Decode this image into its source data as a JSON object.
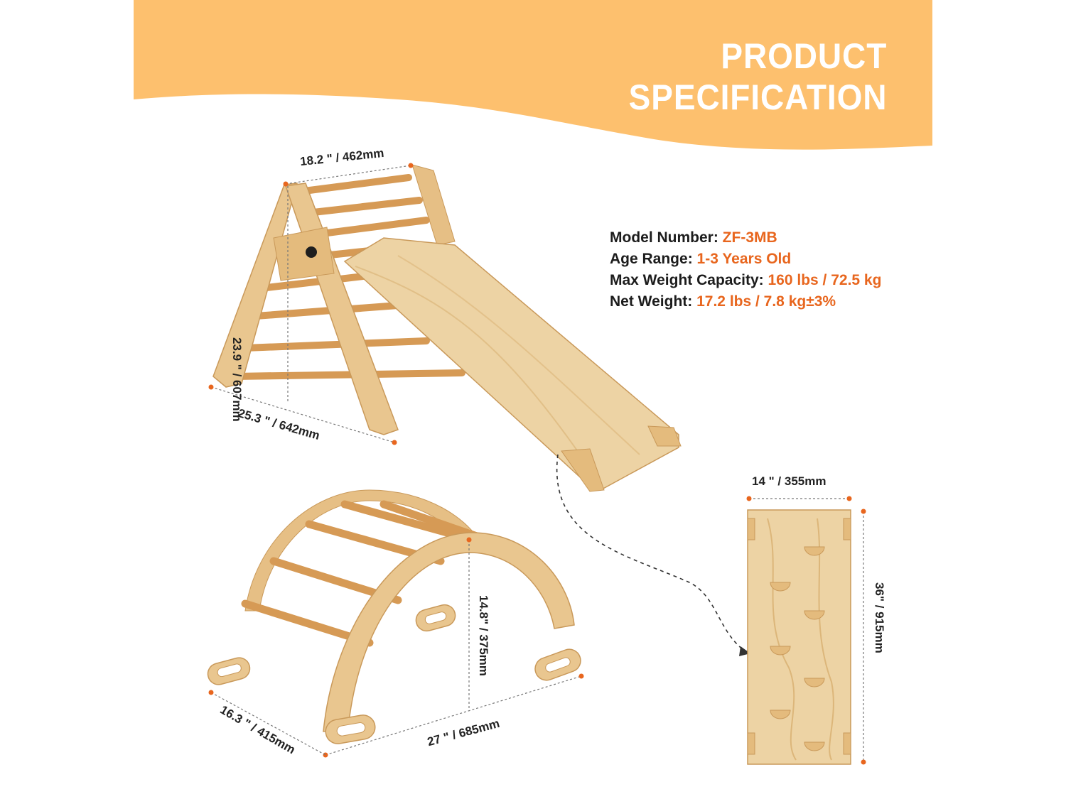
{
  "title": {
    "line1": "PRODUCT",
    "line2": "SPECIFICATION"
  },
  "specs": [
    {
      "label": "Model Number",
      "value": "ZF-3MB"
    },
    {
      "label": "Age Range",
      "value": "1-3 Years Old"
    },
    {
      "label": "Max Weight Capacity",
      "value": "160 lbs / 72.5 kg"
    },
    {
      "label": "Net Weight",
      "value": "17.2 lbs / 7.8 kg±3%"
    }
  ],
  "dimensions": {
    "triangle_width": "18.2 \" / 462mm",
    "triangle_height": "23.9 \" / 607mm",
    "triangle_depth": "25.3 \" / 642mm",
    "ramp_width": "14 \" / 355mm",
    "ramp_length": "36\" / 915mm",
    "arch_height": "14.8\" / 375mm",
    "arch_length": "27 \" / 685mm",
    "arch_depth": "16.3 \" / 415mm"
  },
  "colors": {
    "banner": "#fdc06e",
    "accent": "#e8661e",
    "wood": "#e9c68f",
    "rung": "#d69a55"
  }
}
